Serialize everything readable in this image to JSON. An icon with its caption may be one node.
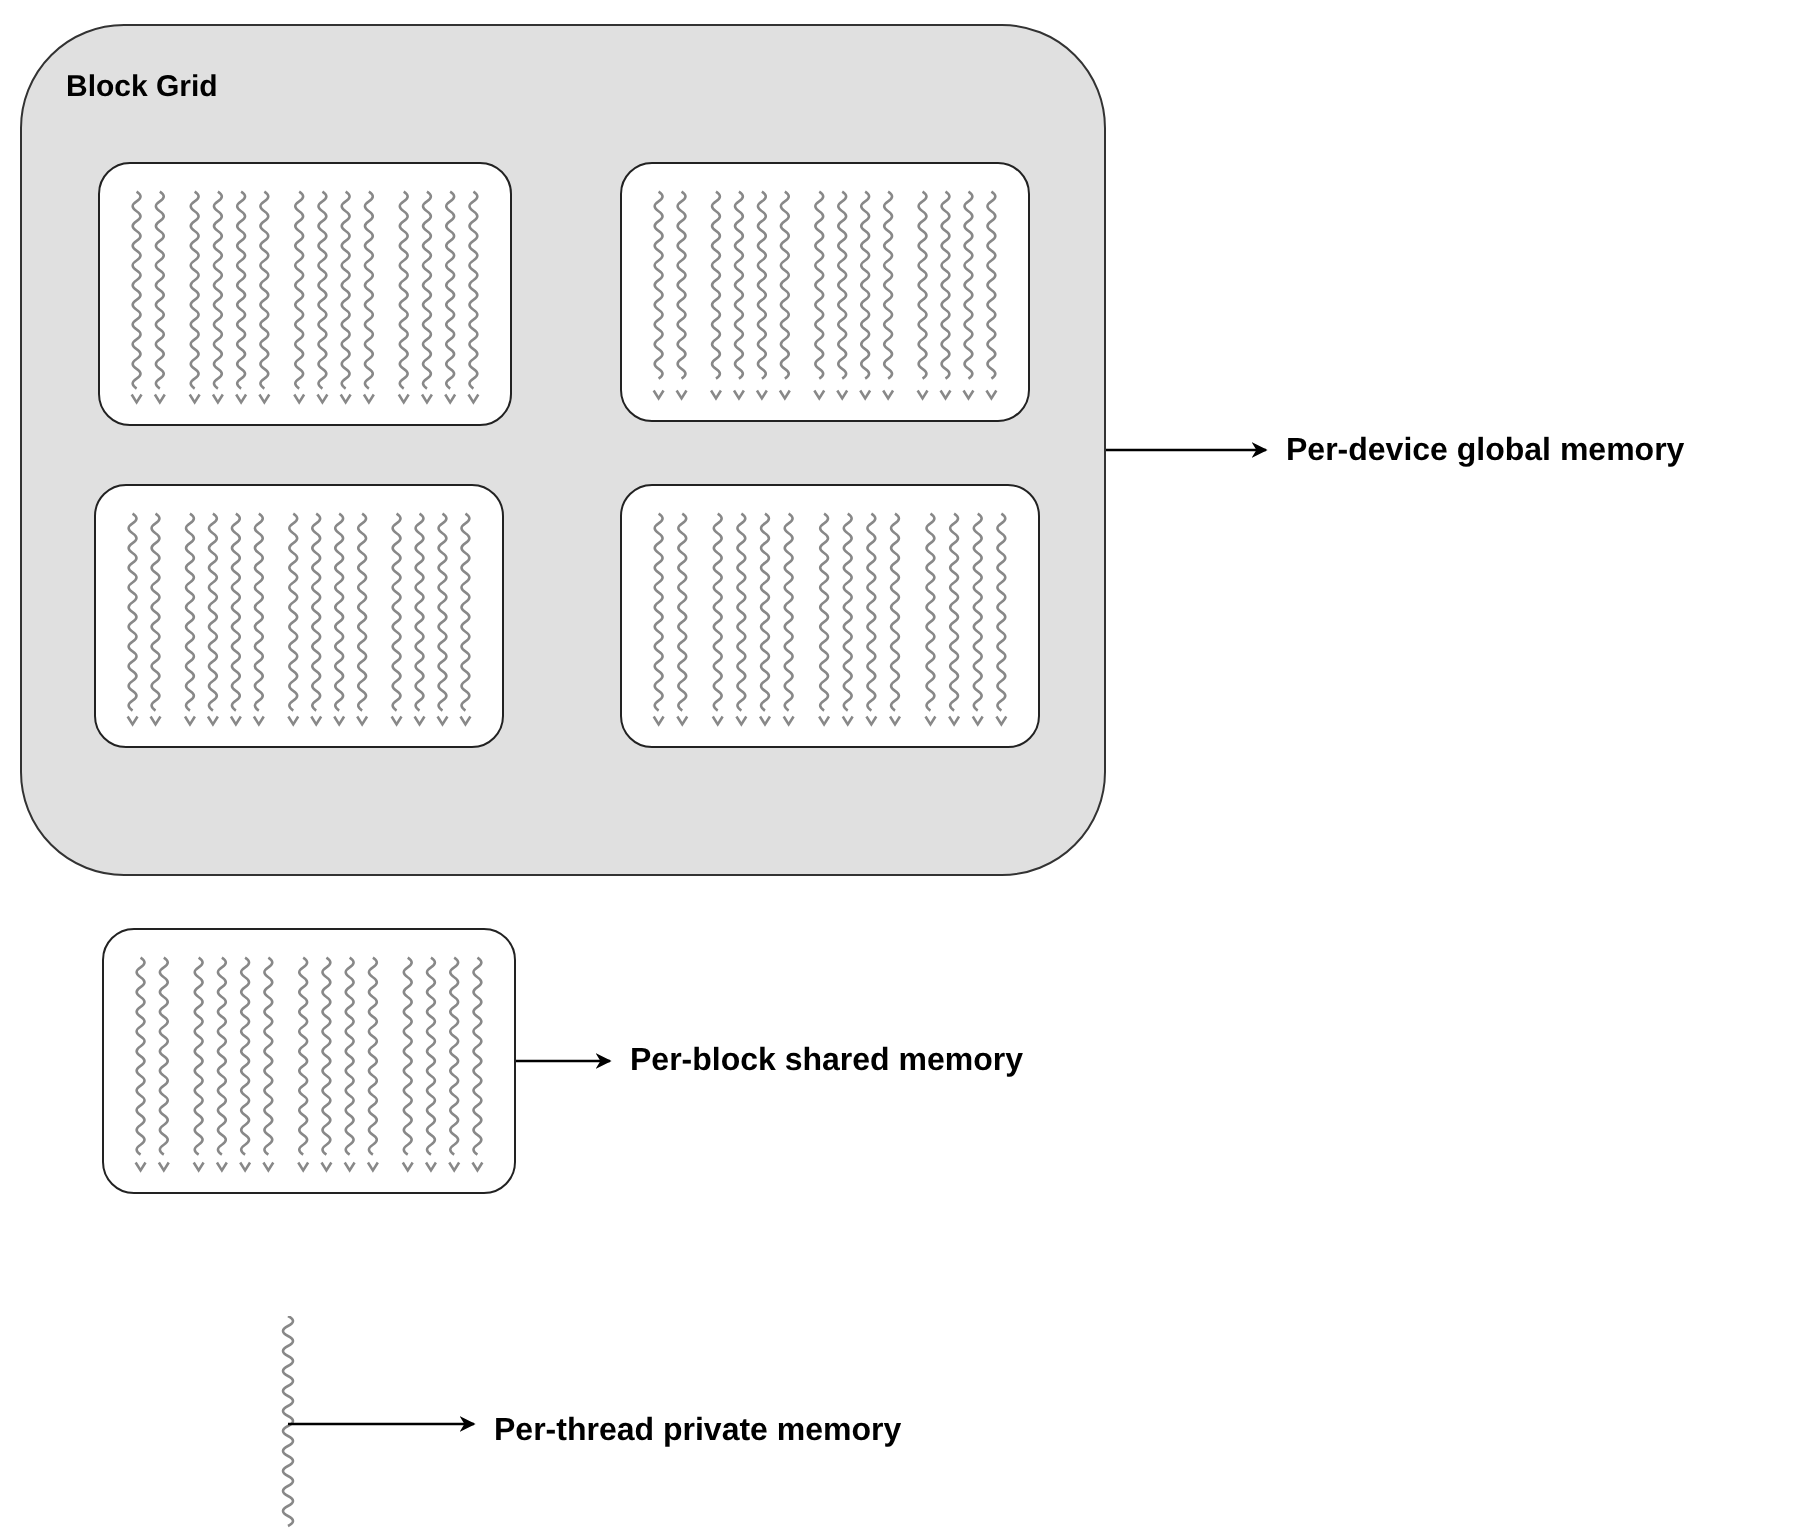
{
  "diagram": {
    "nodes": [
      {
        "text": [
          "Block Grid"
        ]
      },
      {
        "text": [],
        "shape": "box",
        "in": 0
      },
      {
        "text": [],
        "shape": "box",
        "in": 0
      },
      {
        "text": [],
        "shape": "box",
        "in": 0
      },
      {
        "text": [],
        "shape": "box",
        "in": 0
      },
      {
        "text": [
          "Per-device global memory"
        ]
      },
      {
        "text": [],
        "shape": "box"
      },
      {
        "text": [
          "Per-block shared memory"
        ]
      },
      {
        "text": [],
        "shape": "picture"
      },
      {
        "text": [
          "Per-thread private memory"
        ]
      }
    ],
    "edges": [
      {
        "from": 0,
        "to": 5,
        "arrow": "to"
      },
      {
        "from": 6,
        "to": 7,
        "arrow": "to"
      },
      {
        "from": 8,
        "to": 9,
        "arrow": "to"
      }
    ]
  }
}
